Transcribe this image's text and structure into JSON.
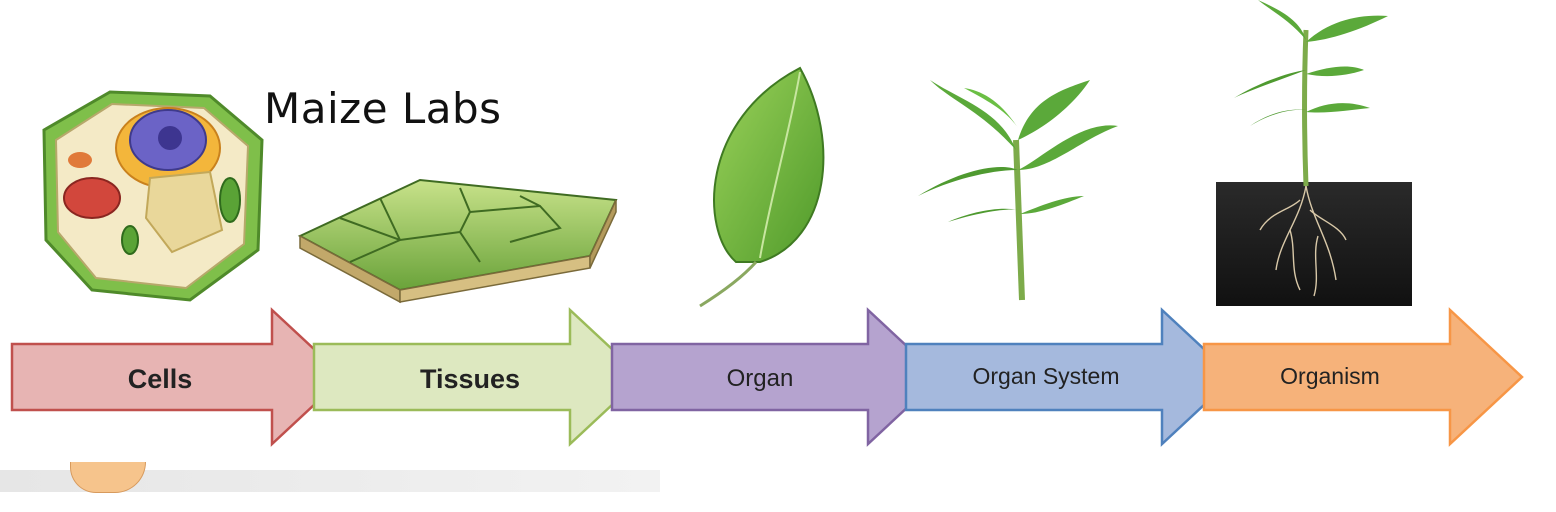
{
  "title": "Maize Labs",
  "stages": [
    {
      "label": "Cells",
      "fill": "#e7b4b3",
      "stroke": "#c0504d"
    },
    {
      "label": "Tissues",
      "fill": "#dde8c0",
      "stroke": "#9bbb59"
    },
    {
      "label": "Organ",
      "fill": "#b5a3cf",
      "stroke": "#8064a2"
    },
    {
      "label": "Organ System",
      "fill": "#a5b9dd",
      "stroke": "#4f81bd"
    },
    {
      "label": "Organism",
      "fill": "#f6b27a",
      "stroke": "#f79646"
    }
  ],
  "icons": [
    "plant-cell-icon",
    "tissue-block-icon",
    "leaf-icon",
    "seedling-icon",
    "rooted-plant-icon"
  ]
}
